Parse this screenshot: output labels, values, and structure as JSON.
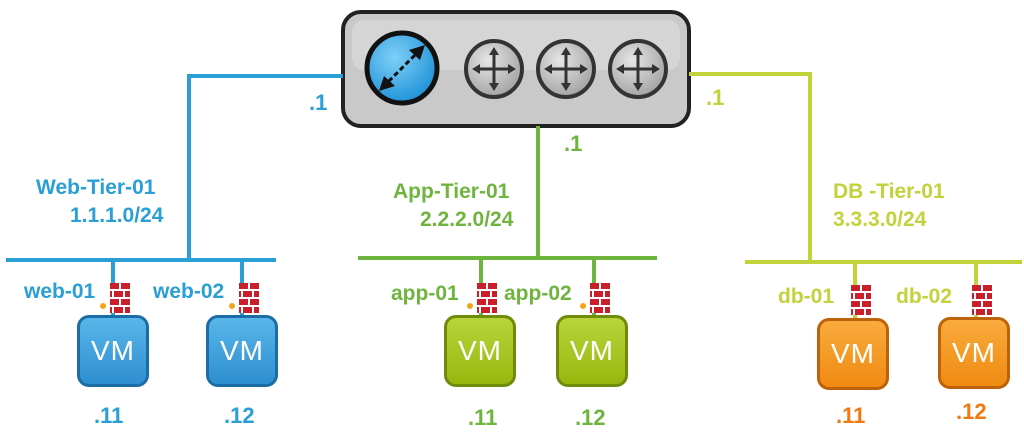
{
  "colors": {
    "web": "#2a9fd6",
    "app": "#6fb43f",
    "db": "#c2d23a",
    "router_box": "#c9c9c9",
    "ip_orange": "#f07a10"
  },
  "router": {
    "icons": [
      "edge-gateway-icon",
      "router-icon",
      "router-icon",
      "router-icon"
    ]
  },
  "uplinks": {
    "web_ip": ".1",
    "app_ip": ".1",
    "db_ip": ".1"
  },
  "tiers": [
    {
      "name": "Web-Tier-01",
      "subnet": "1.1.1.0/24",
      "vms": [
        {
          "name": "web-01",
          "label": "VM",
          "ip": ".11"
        },
        {
          "name": "web-02",
          "label": "VM",
          "ip": ".12"
        }
      ]
    },
    {
      "name": "App-Tier-01",
      "subnet": "2.2.2.0/24",
      "vms": [
        {
          "name": "app-01",
          "label": "VM",
          "ip": ".11"
        },
        {
          "name": "app-02",
          "label": "VM",
          "ip": ".12"
        }
      ]
    },
    {
      "name": "DB -Tier-01",
      "subnet": "3.3.3.0/24",
      "vms": [
        {
          "name": "db-01",
          "label": "VM",
          "ip": ".11"
        },
        {
          "name": "db-02",
          "label": "VM",
          "ip": ".12"
        }
      ]
    }
  ]
}
